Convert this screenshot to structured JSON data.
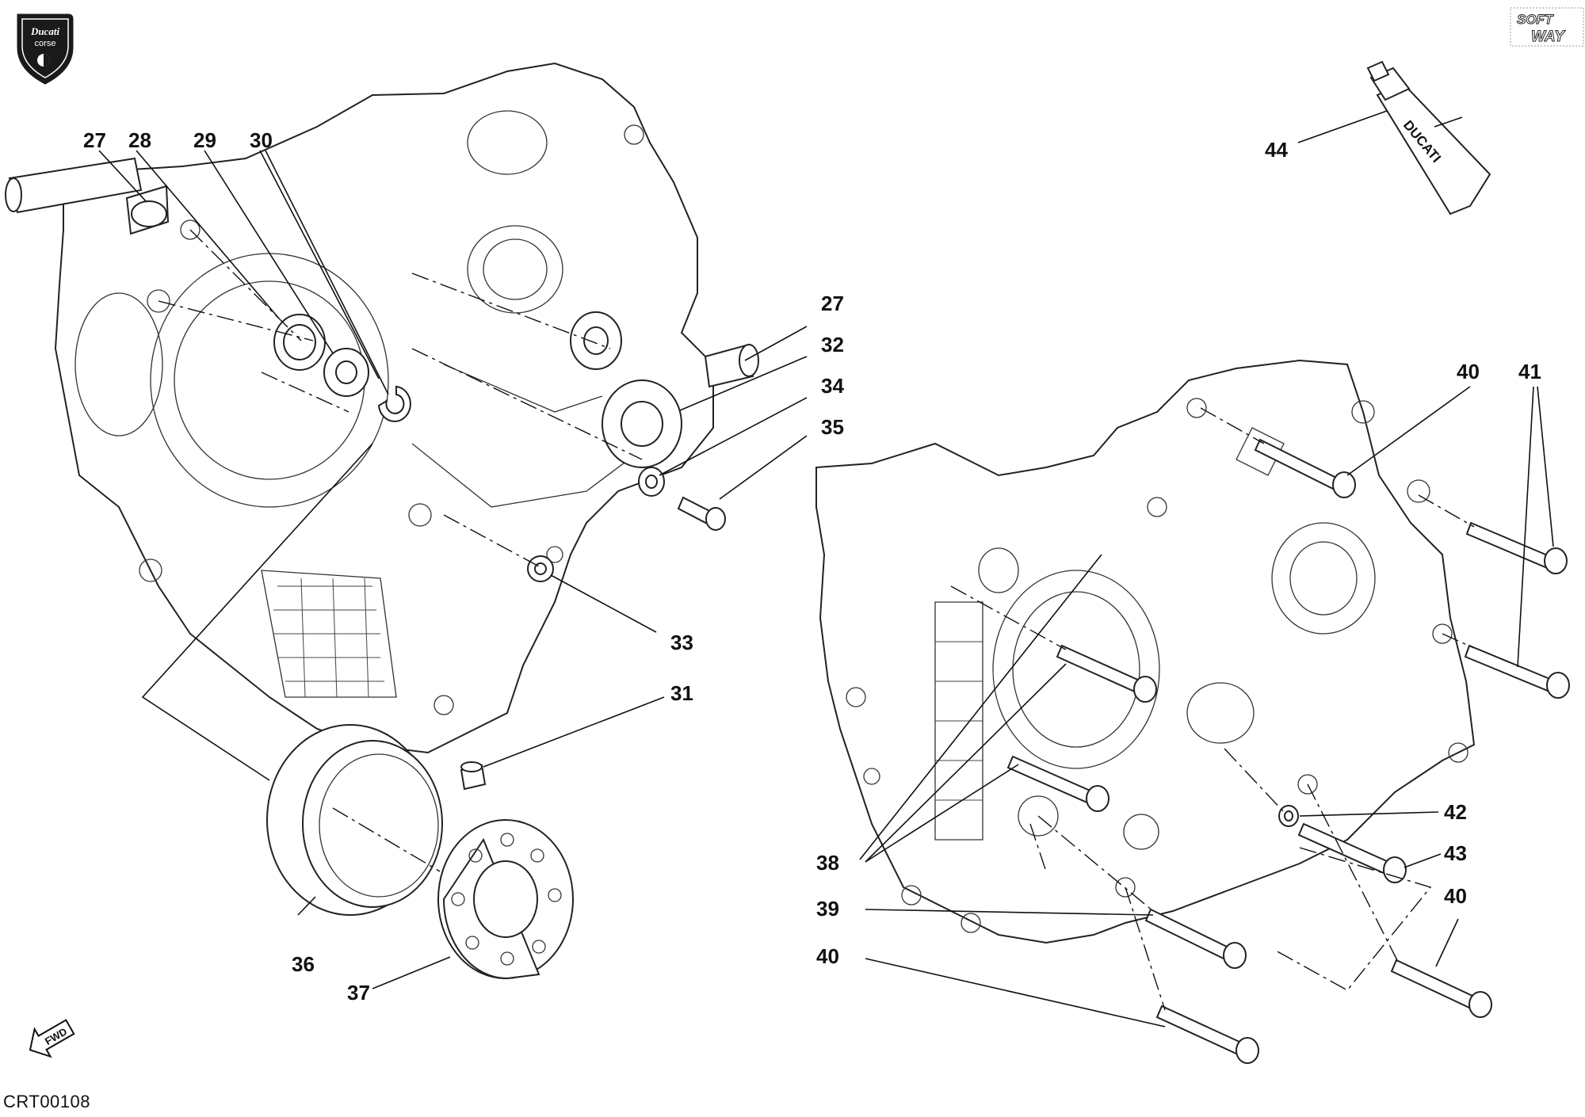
{
  "logos": {
    "ducati_corse": "Ducati corse",
    "softway": "SOFT WAY"
  },
  "fwd_label": "FWD",
  "tube_label": "DUCATI",
  "drawing_code": "CRT00108",
  "callouts": {
    "c27a": "27",
    "c28": "28",
    "c29": "29",
    "c30": "30",
    "c27b": "27",
    "c32": "32",
    "c34": "34",
    "c35": "35",
    "c33": "33",
    "c31": "31",
    "c36": "36",
    "c37": "37",
    "c44": "44",
    "c40a": "40",
    "c41": "41",
    "c42": "42",
    "c43": "43",
    "c40b": "40",
    "c38": "38",
    "c39": "39",
    "c40c": "40"
  }
}
